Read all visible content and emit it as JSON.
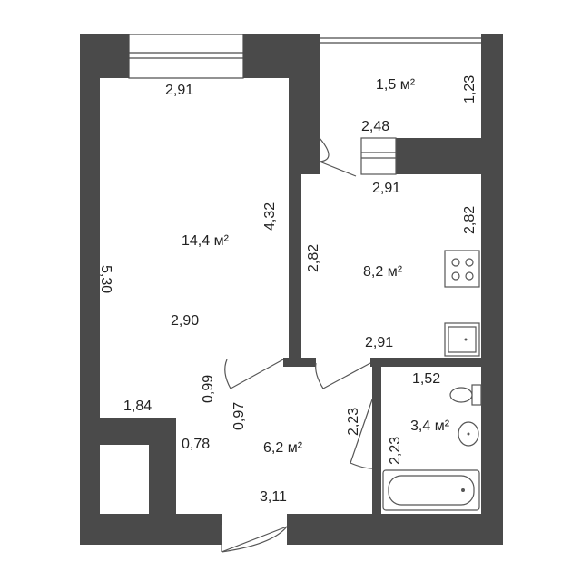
{
  "rooms": {
    "living_room": {
      "area": "14,4 м²"
    },
    "balcony": {
      "area": "1,5 м²"
    },
    "kitchen": {
      "area": "8,2 м²"
    },
    "hall": {
      "area": "6,2 м²"
    },
    "bathroom": {
      "area": "3,4 м²"
    }
  },
  "dimensions": {
    "living_top": "2,91",
    "living_height": "5,30",
    "living_inner": "4,32",
    "living_bottom_width": "2,90",
    "living_nook_width": "1,84",
    "living_nook_height": "0,99",
    "balcony_height": "1,23",
    "balcony_width": "2,48",
    "kitchen_top": "2,91",
    "kitchen_right": "2,82",
    "kitchen_left": "2,82",
    "kitchen_bottom": "2,91",
    "hall_door": "0,97",
    "hall_left": "0,78",
    "hall_bottom": "3,11",
    "hall_right": "2,23",
    "bath_width": "1,52",
    "bath_left": "2,23"
  },
  "colors": {
    "wall": "#4a4a4a",
    "background": "#ffffff"
  }
}
